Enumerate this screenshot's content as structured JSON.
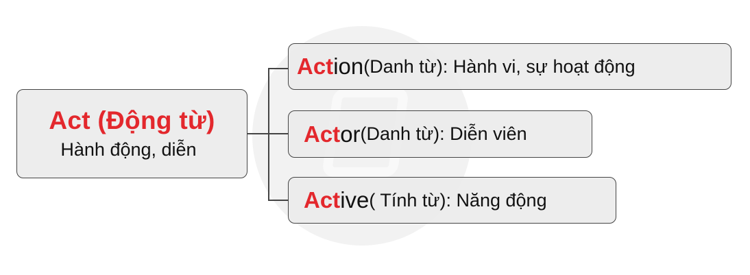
{
  "diagram": {
    "root": {
      "title": "Act (Động từ)",
      "subtitle": "Hành động, diễn"
    },
    "children": [
      {
        "highlight": "Act",
        "rest": "ion",
        "description": " (Danh từ): Hành vi, sự hoạt động"
      },
      {
        "highlight": "Act",
        "rest": "or",
        "description": " (Danh từ): Diễn viên"
      },
      {
        "highlight": "Act",
        "rest": "ive",
        "description": " ( Tính từ): Năng động"
      }
    ],
    "colors": {
      "highlight": "#e3282d",
      "text": "#111111",
      "box_fill": "#ececec",
      "box_border": "#444444",
      "connector": "#444444"
    }
  }
}
